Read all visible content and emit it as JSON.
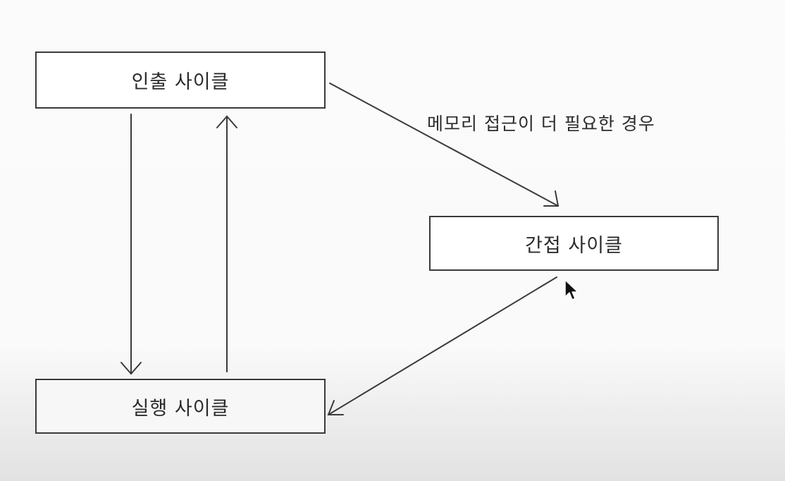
{
  "diagram": {
    "nodes": {
      "fetch": "인출 사이클",
      "indirect": "간접 사이클",
      "execute": "실행 사이클"
    },
    "edges": {
      "fetch_to_indirect_label": "메모리 접근이 더 필요한 경우"
    },
    "colors": {
      "stroke": "#3a3a3a",
      "box_fill": "#ffffff",
      "text": "#2b2b2b"
    }
  }
}
